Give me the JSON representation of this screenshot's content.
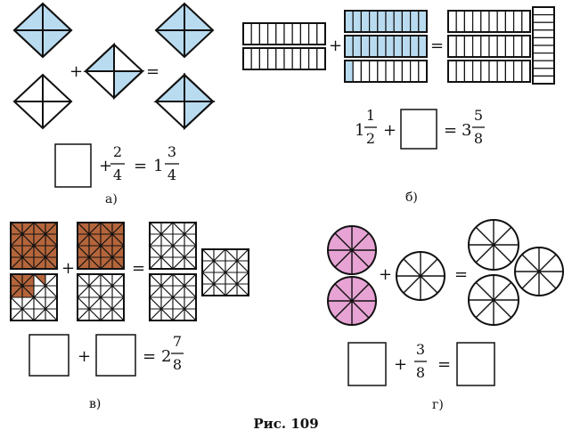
{
  "colors": {
    "blue": "#b9dbef",
    "brown": "#b5653b",
    "pink": "#e7a3d4",
    "line": "#111111"
  },
  "caption": "Рис. 109",
  "panels": {
    "a": {
      "label": "а)",
      "equation": {
        "plus": "+",
        "num": "2",
        "den": "4",
        "equals": "=",
        "whole": "1",
        "rnum": "3",
        "rden": "4"
      }
    },
    "b": {
      "label": "б)",
      "equation": {
        "lwhole": "1",
        "lnum": "1",
        "lden": "2",
        "plus": "+",
        "equals": "=",
        "rwhole": "3",
        "rnum": "5",
        "rden": "8"
      }
    },
    "v": {
      "label": "в)",
      "equation": {
        "plus": "+",
        "equals": "=",
        "whole": "2",
        "rnum": "7",
        "rden": "8"
      }
    },
    "g": {
      "label": "г)",
      "equation": {
        "plus": "+",
        "num": "3",
        "den": "8",
        "equals": "="
      }
    }
  },
  "icons": {
    "plus": "+",
    "equals": "="
  }
}
